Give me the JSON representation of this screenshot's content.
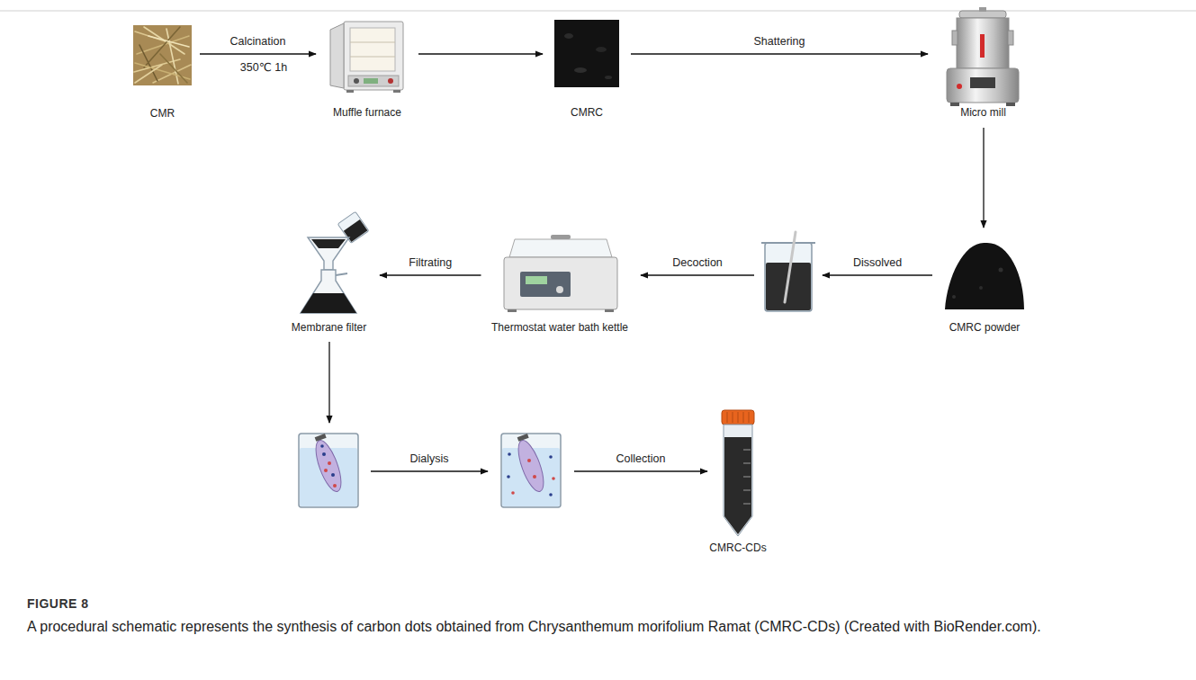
{
  "diagram": {
    "title": "FIGURE 8",
    "caption": "A procedural schematic represents the synthesis of carbon dots obtained from Chrysanthemum morifolium Ramat (CMRC-CDs) (Created with BioRender.com).",
    "nodes": [
      {
        "text": [
          "CMR"
        ]
      },
      {
        "text": [
          "Muffle furnace"
        ]
      },
      {
        "text": [
          "CMRC"
        ]
      },
      {
        "text": [
          "Micro mill"
        ]
      },
      {
        "text": [
          "Membrane filter"
        ]
      },
      {
        "text": [
          "Thermostat water bath kettle"
        ]
      },
      {
        "text": [
          "CMRC powder"
        ]
      },
      {
        "text": [
          "CMRC-CDs"
        ]
      }
    ],
    "edges": [
      {
        "from": 0,
        "to": 1,
        "arrow": "to",
        "label": "Calcination"
      },
      {
        "from": 1,
        "to": 2,
        "arrow": "to"
      },
      {
        "from": 2,
        "to": 3,
        "arrow": "to",
        "label": "Shattering"
      },
      {
        "from": 3,
        "to": 6,
        "arrow": "to"
      },
      {
        "from": 5,
        "to": 4,
        "arrow": "to",
        "label": "Filtrating"
      }
    ],
    "labels": [
      "350℃ 1h",
      "Dissolved",
      "Decoction",
      "Dialysis",
      "Collection"
    ]
  }
}
